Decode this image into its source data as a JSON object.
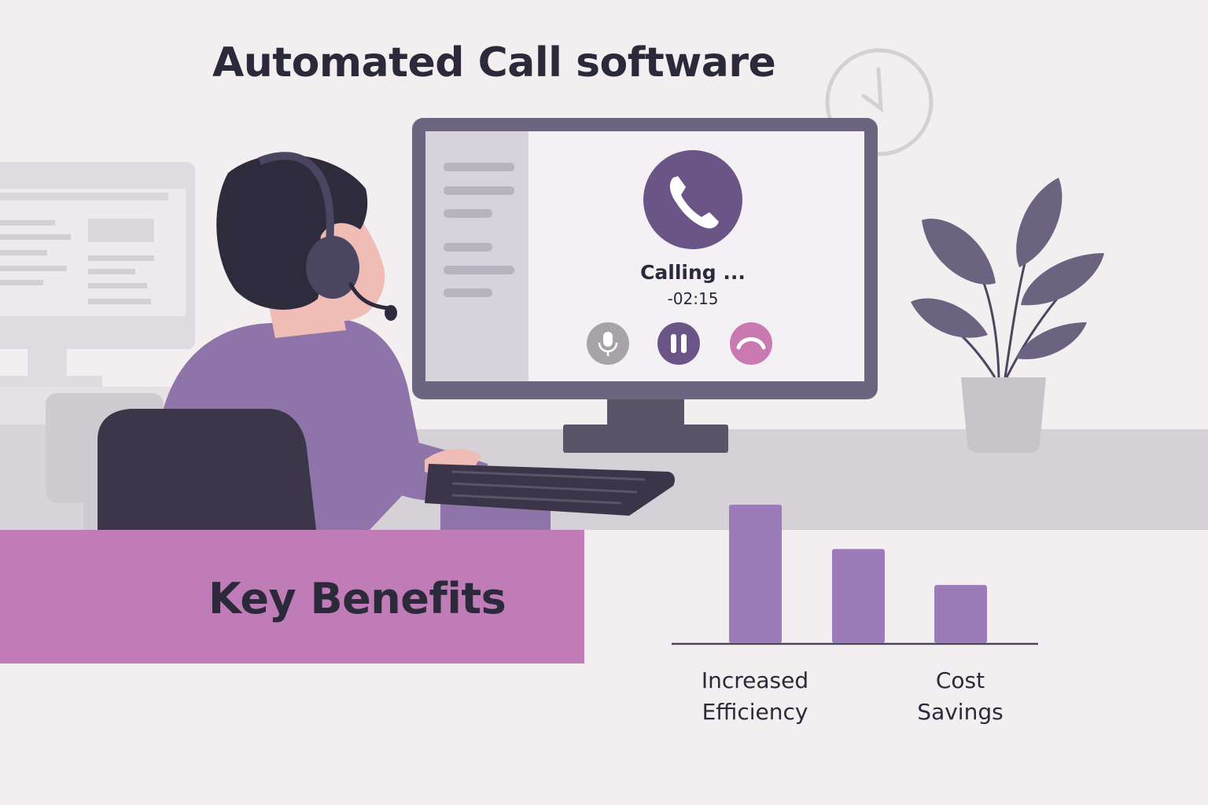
{
  "title": "Automated Call software",
  "call": {
    "status": "Calling ...",
    "timer": "-02:15",
    "icons": [
      "phone-icon",
      "microphone-icon",
      "pause-icon",
      "hang-up-icon"
    ]
  },
  "banner": {
    "label": "Key Benefits"
  },
  "chart_data": {
    "type": "bar",
    "categories": [
      "Increased\nEfficiency",
      "",
      "Cost\nSavings"
    ],
    "values": [
      100,
      68,
      42
    ],
    "ylim": [
      0,
      100
    ],
    "grid": false,
    "bar_color": "#9b7bb8"
  },
  "colors": {
    "background": "#f3eff1",
    "accent_purple": "#6a5586",
    "banner_pink": "#c07cb6",
    "hangup_pink": "#c87ab1",
    "text_dark": "#2c2a3a"
  }
}
